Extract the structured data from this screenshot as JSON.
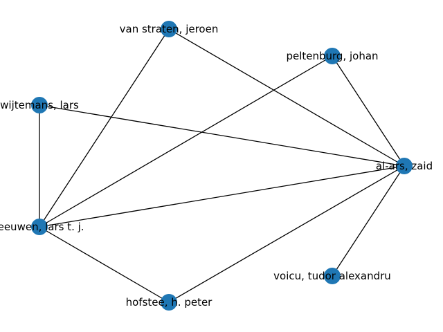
{
  "graph": {
    "node_color": "#1f77b4",
    "edge_color": "#000000",
    "nodes": [
      {
        "id": "van-straten",
        "label": "van straten, jeroen"
      },
      {
        "id": "peltenburg",
        "label": "peltenburg, johan"
      },
      {
        "id": "wijtemans",
        "label": "wijtemans, lars"
      },
      {
        "id": "al-ars",
        "label": "al-ars, zaid"
      },
      {
        "id": "leeuwen",
        "label": "leeuwen, lars t. j."
      },
      {
        "id": "voicu",
        "label": "voicu, tudor alexandru"
      },
      {
        "id": "hofstee",
        "label": "hofstee, h. peter"
      }
    ],
    "edges": [
      [
        "van-straten",
        "leeuwen"
      ],
      [
        "van-straten",
        "al-ars"
      ],
      [
        "peltenburg",
        "leeuwen"
      ],
      [
        "peltenburg",
        "al-ars"
      ],
      [
        "wijtemans",
        "leeuwen"
      ],
      [
        "wijtemans",
        "al-ars"
      ],
      [
        "leeuwen",
        "al-ars"
      ],
      [
        "leeuwen",
        "hofstee"
      ],
      [
        "hofstee",
        "al-ars"
      ],
      [
        "al-ars",
        "voicu"
      ]
    ]
  }
}
